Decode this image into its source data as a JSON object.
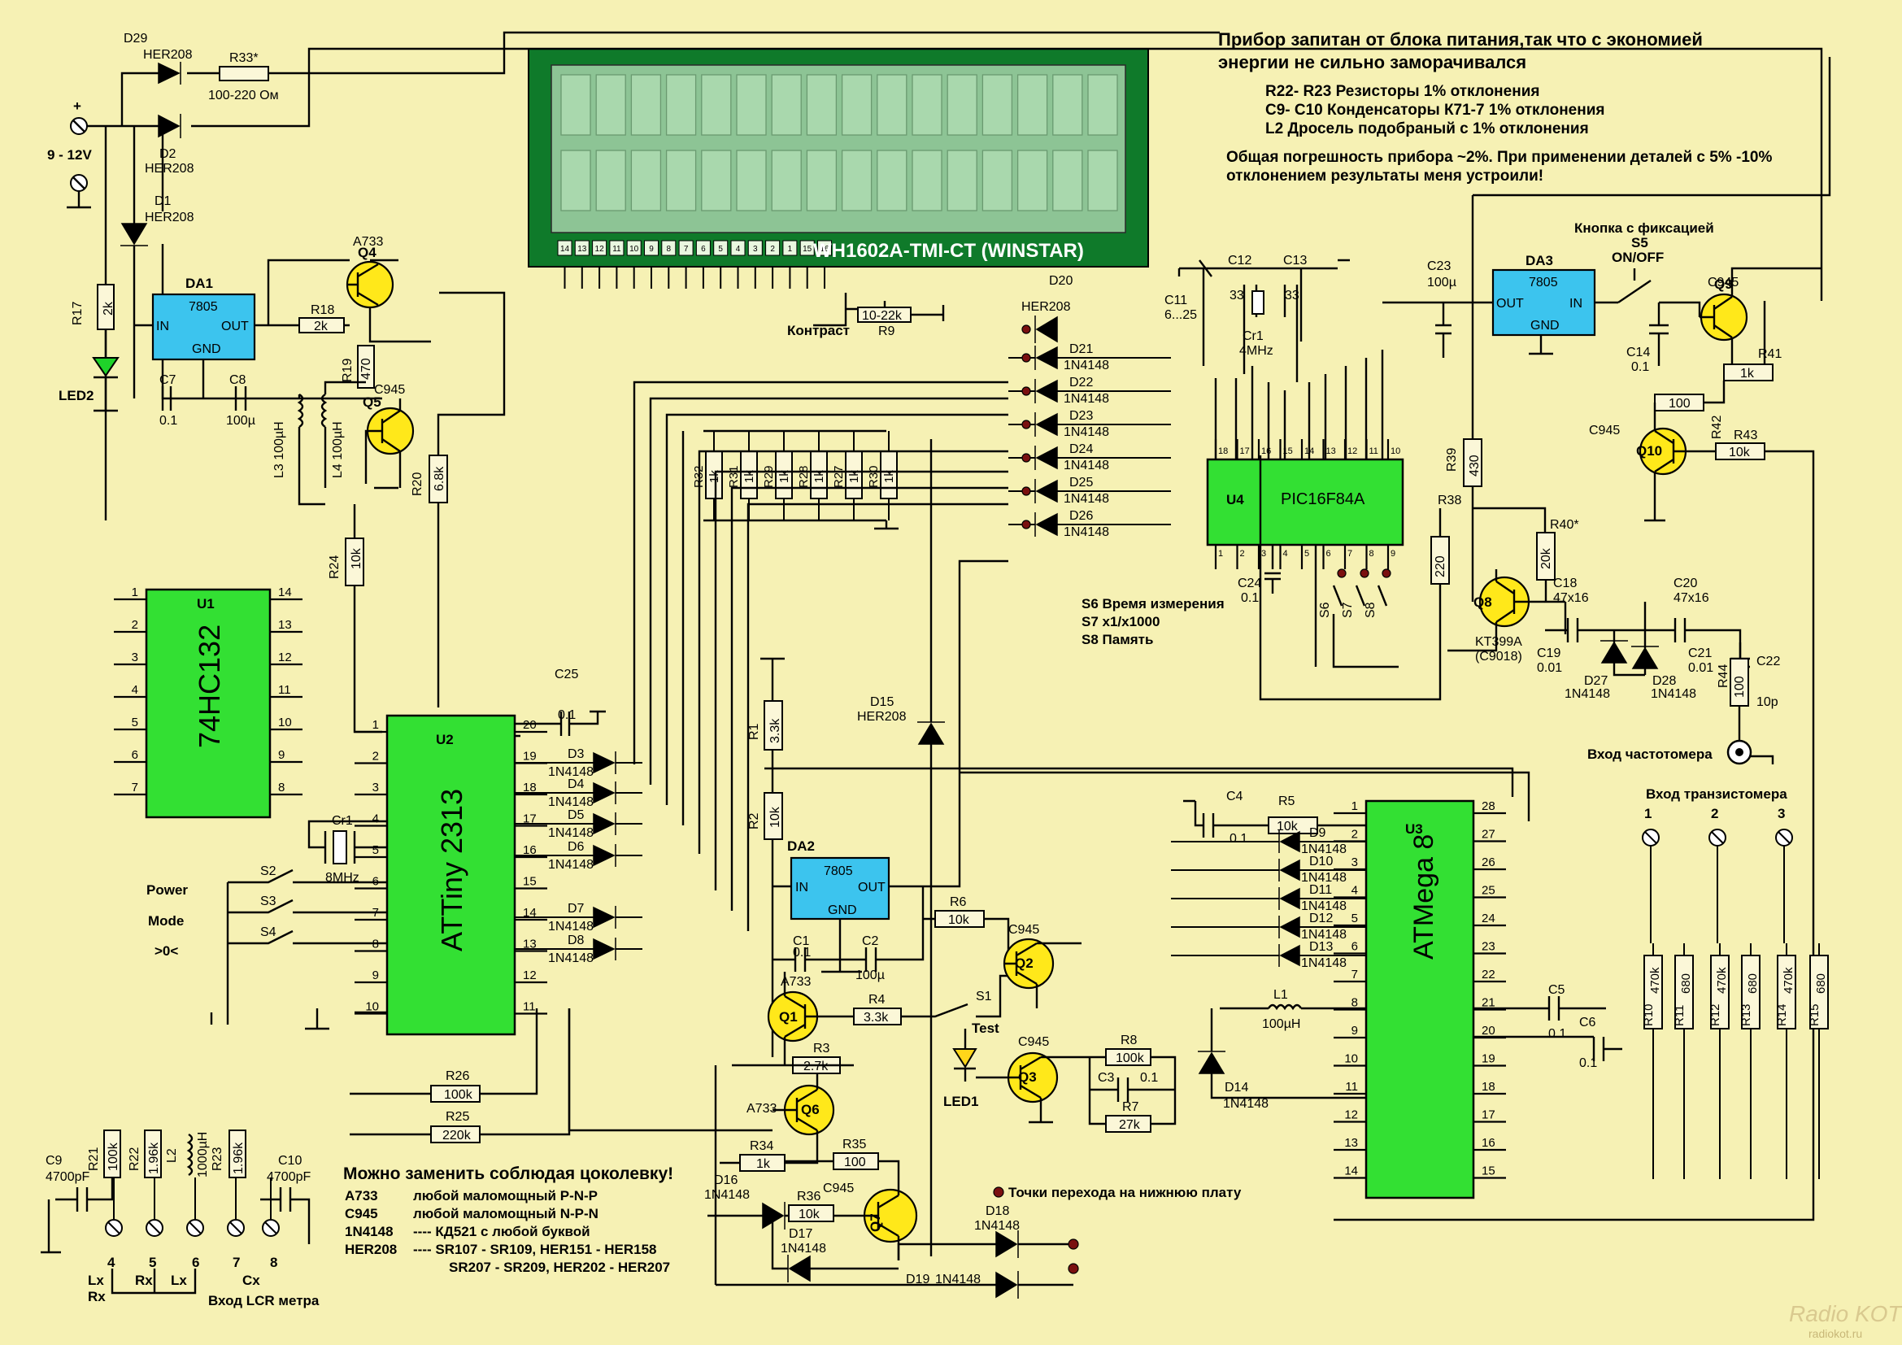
{
  "lcd": {
    "model": "WH1602A-TMI-CT (WINSTAR)",
    "pins": [
      "14",
      "13",
      "12",
      "11",
      "10",
      "9",
      "8",
      "7",
      "6",
      "5",
      "4",
      "3",
      "2",
      "1",
      "15",
      "16"
    ]
  },
  "notes": {
    "line1": "Прибор запитан от блока питания,так что с экономией",
    "line2": "энергии не сильно заморачивался",
    "l3": "R22- R23 Резисторы 1% отклонения",
    "l4": "C9- C10 Конденсаторы К71-7 1% отклонения",
    "l5": "L2  Дросель подобраный с 1% отклонения",
    "l6": "Общая погрешность прибора ~2%. При применении деталей с 5% -10%",
    "l7": "отклонением результаты меня устроили!"
  },
  "chips": {
    "u1": {
      "ref": "U1",
      "name": "74HC132",
      "left": [
        "1",
        "2",
        "3",
        "4",
        "5",
        "6",
        "7"
      ],
      "right": [
        "14",
        "13",
        "12",
        "11",
        "10",
        "9",
        "8"
      ]
    },
    "u2": {
      "ref": "U2",
      "name": "ATTiny 2313",
      "left": [
        "1",
        "2",
        "3",
        "4",
        "5",
        "6",
        "7",
        "8",
        "9",
        "10"
      ],
      "right": [
        "20",
        "19",
        "18",
        "17",
        "16",
        "15",
        "14",
        "13",
        "12",
        "11"
      ]
    },
    "u3": {
      "ref": "U3",
      "name": "ATMega 8",
      "left": [
        "1",
        "2",
        "3",
        "4",
        "5",
        "6",
        "7",
        "8",
        "9",
        "10",
        "11",
        "12",
        "13",
        "14"
      ],
      "right": [
        "28",
        "27",
        "26",
        "25",
        "24",
        "23",
        "22",
        "21",
        "20",
        "19",
        "18",
        "17",
        "16",
        "15"
      ]
    },
    "u4": {
      "ref": "U4",
      "name": "PIC16F84A",
      "top": [
        "18",
        "17",
        "16",
        "15",
        "14",
        "13",
        "12",
        "11",
        "10"
      ],
      "bottom": [
        "1",
        "2",
        "3",
        "4",
        "5",
        "6",
        "7",
        "8",
        "9"
      ]
    },
    "da1": {
      "ref": "DA1",
      "name": "7805",
      "in": "IN",
      "out": "OUT",
      "gnd": "GND"
    },
    "da2": {
      "ref": "DA2",
      "name": "7805",
      "in": "IN",
      "out": "OUT",
      "gnd": "GND"
    },
    "da3": {
      "ref": "DA3",
      "name": "7805",
      "in": "IN",
      "out": "OUT",
      "gnd": "GND"
    }
  },
  "labels": {
    "d29": "D29",
    "d29v": "HER208",
    "r33": "R33*",
    "r33v": "100-220 Ом",
    "d2": "D2",
    "d2v": "HER208",
    "d1": "D1",
    "d1v": "HER208",
    "vin": "9 - 12V",
    "plus": "+",
    "r17": "R17",
    "r17v": "2k",
    "led2": "LED2",
    "c7": "C7",
    "c7v": "0.1",
    "c8": "C8",
    "c8v": "100µ",
    "r18": "R18",
    "r18v": "2k",
    "q4": "Q4",
    "q4t": "A733",
    "r19": "R19",
    "r19v": "470",
    "q5": "Q5",
    "q5t": "C945",
    "r20": "R20",
    "r20v": "6.8k",
    "l3": "L3 100µH",
    "l4": "L4 100µH",
    "r24": "R24",
    "r24v": "10k",
    "c25": "C25",
    "c25v": "0.1",
    "cr1a": "Cr1",
    "cr1av": "8MHz",
    "s2": "S2",
    "s3": "S3",
    "s4": "S4",
    "power": "Power",
    "mode": "Mode",
    "zero": ">0<",
    "r26": "R26",
    "r26v": "100k",
    "r25": "R25",
    "r25v": "220k",
    "c9": "C9",
    "c9v": "4700pF",
    "r21": "R21",
    "r21v": "100k",
    "r22": "R22",
    "r22v": "1.96k",
    "l2": "L2",
    "l2v": "1000µH",
    "r23": "R23",
    "r23v": "1.96k",
    "c10": "C10",
    "c10v": "4700pF",
    "t4": "4",
    "t5": "5",
    "t6": "6",
    "t7": "7",
    "t8": "8",
    "lx1": "Lx",
    "rx1": "Rx",
    "lx2": "Lx",
    "rx2": "Rx",
    "cx": "Cx",
    "lcrin": "Вход LCR метра",
    "r9": "R9",
    "r9v": "10-22k",
    "contrast": "Контраст",
    "d20": "D20",
    "d20v": "HER208",
    "d21": "D21",
    "d22": "D22",
    "d23": "D23",
    "d24": "D24",
    "d25": "D25",
    "d26": "D26",
    "n4148": "1N4148",
    "r32": "R32",
    "r31": "R31",
    "r29": "R29",
    "r28": "R28",
    "r27": "R27",
    "r30": "R30",
    "r1k": "1k",
    "c11": "C11",
    "c11v": "6...25",
    "c12": "C12",
    "c12v": "33",
    "c13": "C13",
    "c13v": "33",
    "cr1b": "Cr1",
    "cr1bv": "4MHz",
    "c23": "C23",
    "c23v": "100µ",
    "s5t": "Кнопка с фиксацией",
    "s5": "S5",
    "s5v": "ON/OFF",
    "c14": "C14",
    "c14v": "0.1",
    "q9": "Q9",
    "q9t": "C945",
    "r41": "R41",
    "r41v": "1k",
    "r42": "R42",
    "r42v": "100",
    "q10": "Q10",
    "q10t": "C945",
    "r43": "R43",
    "r43v": "10k",
    "r39": "R39",
    "r39v": "430",
    "r38": "R38",
    "r38v": "220",
    "r40": "R40*",
    "r40v": "20k",
    "q8": "Q8",
    "q8t": "KT399A",
    "q8t2": "(C9018)",
    "c18": "C18",
    "c18v": "47x16",
    "c20": "C20",
    "c20v": "47x16",
    "c19": "C19",
    "c19v": "0.01",
    "c21": "C21",
    "c21v": "0.01",
    "c22": "C22",
    "c22v": "10p",
    "r44": "R44",
    "r44v": "100",
    "d27": "D27",
    "d28": "D28",
    "freqin": "Вход частотомера",
    "c24": "C24",
    "c24v": "0.1",
    "s6": "S6",
    "s7": "S7",
    "s8": "S8",
    "s6t": "S6 Время измерения",
    "s7t": "S7 x1/x1000",
    "s8t": "S8 Память",
    "d3": "D3",
    "d4": "D4",
    "d5": "D5",
    "d6": "D6",
    "d7": "D7",
    "d8": "D8",
    "d15": "D15",
    "d15v": "HER208",
    "r1": "R1",
    "r1v": "3.3k",
    "r2": "R2",
    "r2v": "10k",
    "c1": "C1",
    "c1v": "0.1",
    "c2": "C2",
    "c2v": "100µ",
    "q1": "Q1",
    "q1t": "A733",
    "r3": "R3",
    "r3v": "2.7k",
    "q6": "Q6",
    "q6t": "A733",
    "r4": "R4",
    "r4v": "3.3k",
    "r6": "R6",
    "r6v": "10k",
    "q2": "Q2",
    "q2t": "C945",
    "s1": "S1",
    "test": "Test",
    "led1": "LED1",
    "q3": "Q3",
    "q3t": "C945",
    "r8": "R8",
    "r8v": "100k",
    "c3": "C3",
    "c3v": "0.1",
    "r7": "R7",
    "r7v": "27k",
    "r34": "R34",
    "r34v": "1k",
    "r35": "R35",
    "r35v": "100",
    "r36": "R36",
    "r36v": "10k",
    "q7": "Q7",
    "q7t": "C945",
    "d16": "D16",
    "d17": "D17",
    "d18": "D18",
    "d19": "D19",
    "c4": "C4",
    "c4v": "0.1",
    "r5": "R5",
    "r5v": "10k",
    "d9": "D9",
    "d10": "D10",
    "d11": "D11",
    "d12": "D12",
    "d13": "D13",
    "d14": "D14",
    "l1": "L1",
    "l1v": "100µH",
    "c5": "C5",
    "c5v": "0.1",
    "c6": "C6",
    "c6v": "0.1",
    "transin": "Вход транзистомера",
    "tp1": "1",
    "tp2": "2",
    "tp3": "3",
    "r10": "R10",
    "r11": "R11",
    "r12": "R12",
    "r13": "R13",
    "r14": "R14",
    "r15": "R15",
    "r470k": "470k",
    "r680": "680",
    "subst_title": "Можно заменить соблюдая цоколевку!",
    "sub_a733": "A733",
    "sub_a733v": "любой маломощный P-N-P",
    "sub_c945": "C945",
    "sub_c945v": "любой маломощный N-P-N",
    "sub_1n": "1N4148",
    "sub_1nv": "---- КД521  с любой буквой",
    "sub_her": "HER208",
    "sub_herv": "---- SR107 - SR109, HER151 - HER158",
    "sub_herv2": "SR207 - SR209, HER202 - HER207",
    "transfer": "Точки перехода на нижнюю плату",
    "watermark": "Radio KOT",
    "site": "radiokot.ru"
  }
}
